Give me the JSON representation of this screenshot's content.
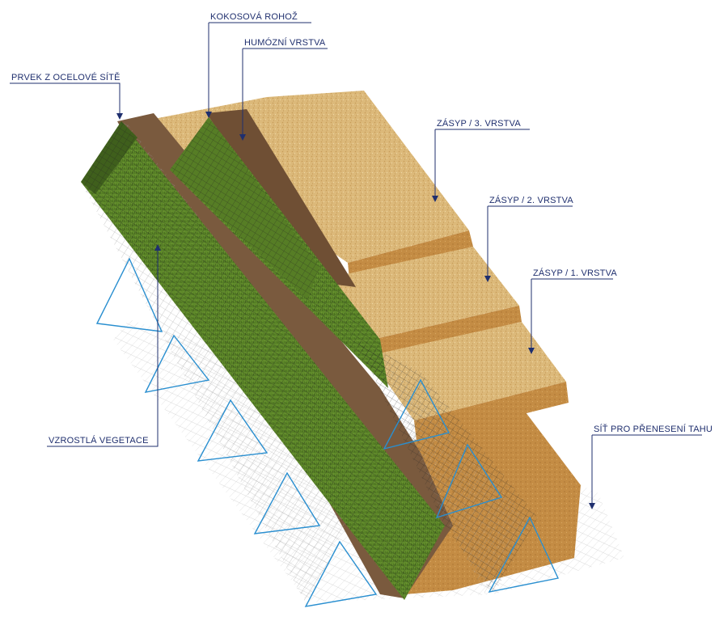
{
  "labels": {
    "steel_mesh_element": "PRVEK Z OCELOVÉ SÍTĚ",
    "coconut_mat": "KOKOSOVÁ ROHOŽ",
    "humus_layer": "HUMÓZNÍ VRSTVA",
    "backfill_layer_3": "ZÁSYP / 3. VRSTVA",
    "backfill_layer_2": "ZÁSYP / 2. VRSTVA",
    "backfill_layer_1": "ZÁSYP / 1. VRSTVA",
    "grown_vegetation": "VZROSTLÁ VEGETACE",
    "tension_transfer_mesh": "SÍŤ PRO PŘENESENÍ TAHU"
  },
  "colors": {
    "label_text": "#1f2f6e",
    "vegetation": "#5f8a2a",
    "vegetation_dark": "#3f5f1c",
    "soil_top": "#dcb97a",
    "soil_side": "#c48c44",
    "humus": "#7a5a3e",
    "mesh_line": "#2b2b2b",
    "mesh_light": "#b8b8b8",
    "triangle_frame": "#2a8fd0"
  }
}
